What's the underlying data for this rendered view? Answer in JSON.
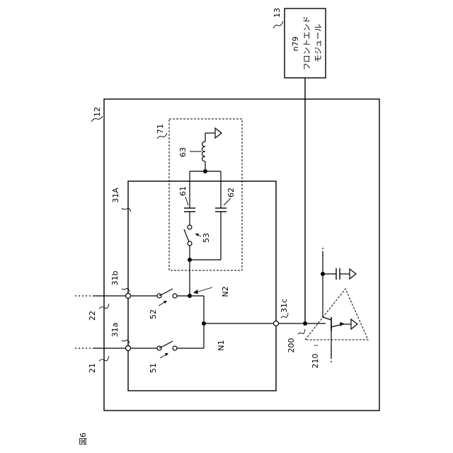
{
  "figure": {
    "label": "図6"
  },
  "module": {
    "id": "12"
  },
  "front_end": {
    "id": "13",
    "band": "n79",
    "name_line1": "フロントエンド",
    "name_line2": "モジュール"
  },
  "components": {
    "box_71": "71",
    "inductor": "63",
    "cap_a": "61",
    "cap_b": "62",
    "switch_53": "53",
    "switch_52": "52",
    "switch_51": "51",
    "node_n1": "N1",
    "node_n2": "N2",
    "line_21": "21",
    "line_22": "22",
    "line_200": "200",
    "amp_210": "210"
  },
  "terminals": {
    "t31a": "31a",
    "t31b": "31b",
    "t31c": "31c",
    "block_31A": "31A"
  }
}
